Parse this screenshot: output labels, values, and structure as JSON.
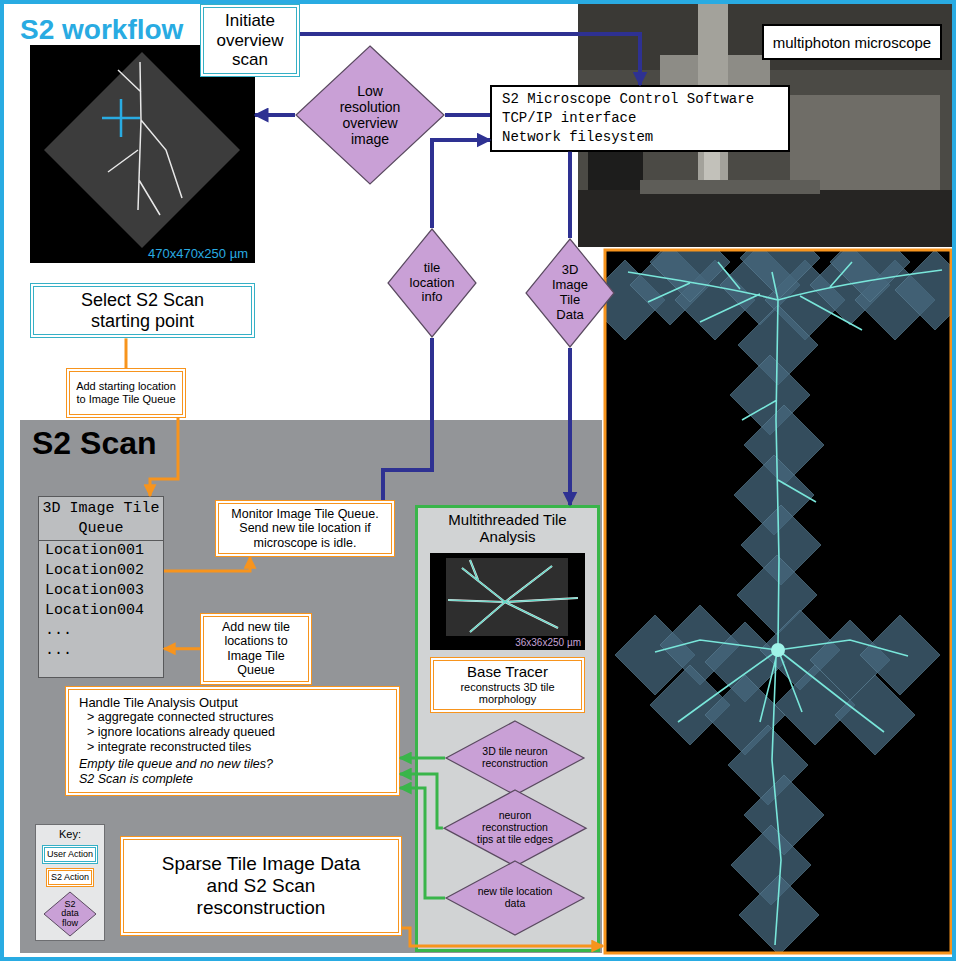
{
  "diagram": {
    "title": "S2 workflow",
    "nodes": [
      {
        "text": [
          "Initiate overview scan"
        ]
      },
      {
        "text": [
          "multiphoton microscope"
        ]
      },
      {
        "text": [
          "Low resolution overview image"
        ]
      },
      {
        "text": [
          "470x470x250 µm"
        ]
      },
      {
        "text": [
          "S2 Microscope Control Software",
          "TCP/IP interface",
          "Network filesystem"
        ]
      },
      {
        "text": [
          "Select S2 Scan starting point"
        ]
      },
      {
        "text": [
          "tile location info"
        ]
      },
      {
        "text": [
          "3D Image Tile Data"
        ]
      },
      {
        "text": [
          "Add starting location to Image Tile Queue"
        ]
      },
      {
        "text": [
          "S2 Scan"
        ]
      },
      {
        "text": [
          "3D Image Tile Queue",
          "Location001",
          "Location002",
          "Location003",
          "Location004",
          "...",
          "..."
        ],
        "in": 9
      },
      {
        "text": [
          "Monitor Image Tile Queue. Send new tile location if microscope is idle."
        ],
        "in": 9
      },
      {
        "text": [
          "Multithreaded Tile Analysis"
        ],
        "in": 9
      },
      {
        "text": [
          "Base Tracer",
          "reconstructs 3D tile morphology"
        ],
        "in": 12
      },
      {
        "text": [
          "3D tile neuron reconstruction"
        ],
        "in": 12
      },
      {
        "text": [
          "neuron reconstruction tips at tile edges"
        ],
        "in": 12
      },
      {
        "text": [
          "new tile location data"
        ],
        "in": 12
      },
      {
        "text": [
          "Add new tile locations to Image Tile Queue"
        ],
        "in": 9
      },
      {
        "text": [
          "Handle Tile Analysis Output",
          "> aggregate connected structures",
          "> ignore locations already queued",
          "> integrate reconstructed tiles",
          "Empty tile queue and no new tiles? S2 Scan is complete"
        ],
        "in": 9
      },
      {
        "text": [
          "Key:"
        ],
        "in": 9
      },
      {
        "text": [
          "Sparse Tile Image Data and S2 Scan resconstruction"
        ],
        "in": 9
      }
    ],
    "edges": [
      {
        "from": 0,
        "to": 4,
        "arrow": "to"
      },
      {
        "from": 4,
        "to": 2,
        "arrow": "none"
      },
      {
        "from": 2,
        "to": 3,
        "arrow": "to"
      },
      {
        "from": 11,
        "to": 6,
        "arrow": "none"
      },
      {
        "from": 6,
        "to": 4,
        "arrow": "to"
      },
      {
        "from": 4,
        "to": 7,
        "arrow": "none"
      },
      {
        "from": 7,
        "to": 12,
        "arrow": "to"
      },
      {
        "from": 5,
        "to": 8,
        "arrow": "none"
      },
      {
        "from": 8,
        "to": 10,
        "arrow": "to"
      },
      {
        "from": 10,
        "to": 11,
        "arrow": "to"
      },
      {
        "from": 17,
        "to": 10,
        "arrow": "to"
      },
      {
        "from": 14,
        "to": 18,
        "arrow": "to"
      },
      {
        "from": 15,
        "to": 18,
        "arrow": "to"
      },
      {
        "from": 16,
        "to": 18,
        "arrow": "to"
      }
    ],
    "labels": [
      "36x36x250 µm"
    ],
    "legend": [
      {
        "text": "User Action"
      },
      {
        "text": "S2 Action"
      },
      {
        "text": "S2 data flow"
      }
    ]
  }
}
